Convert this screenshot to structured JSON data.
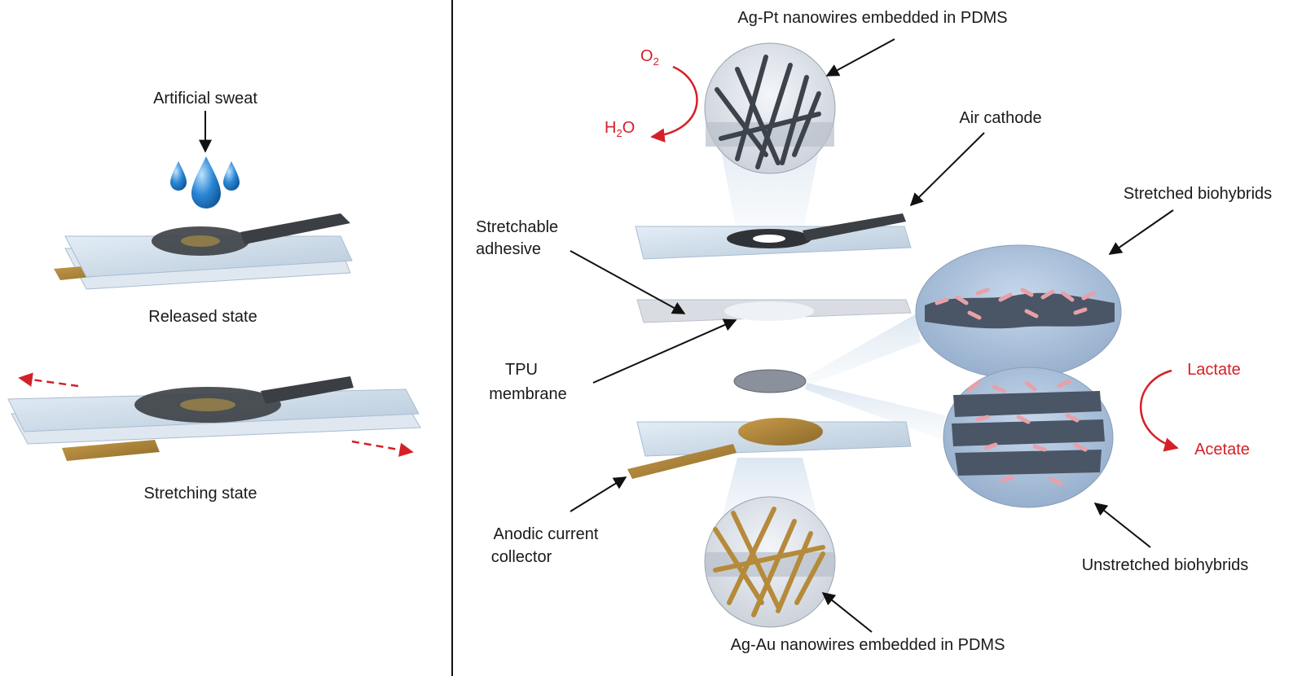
{
  "left_panel": {
    "sweat_label": "Artificial sweat",
    "released_label": "Released state",
    "stretching_label": "Stretching state"
  },
  "right_panel": {
    "top_callout": "Ag-Pt nanowires embedded in PDMS",
    "bottom_callout": "Ag-Au nanowires embedded in PDMS",
    "air_cathode": "Air cathode",
    "stretchable_adhesive_line1": "Stretchable",
    "stretchable_adhesive_line2": "adhesive",
    "tpu_line1": "TPU",
    "tpu_line2": "membrane",
    "anodic_line1": "Anodic current",
    "anodic_line2": "collector",
    "stretched_biohybrids": "Stretched biohybrids",
    "unstretched_biohybrids": "Unstretched biohybrids",
    "o2_main": "O",
    "o2_sub": "2",
    "h2o_h": "H",
    "h2o_sub": "2",
    "h2o_o": "O",
    "lactate": "Lactate",
    "acetate": "Acetate"
  },
  "colors": {
    "red_accent": "#d42027",
    "glass": "#c9d9e8",
    "dark_electrode": "#3b3f44",
    "gold": "#b58a3a",
    "blue_drop": "#2b86d4"
  }
}
